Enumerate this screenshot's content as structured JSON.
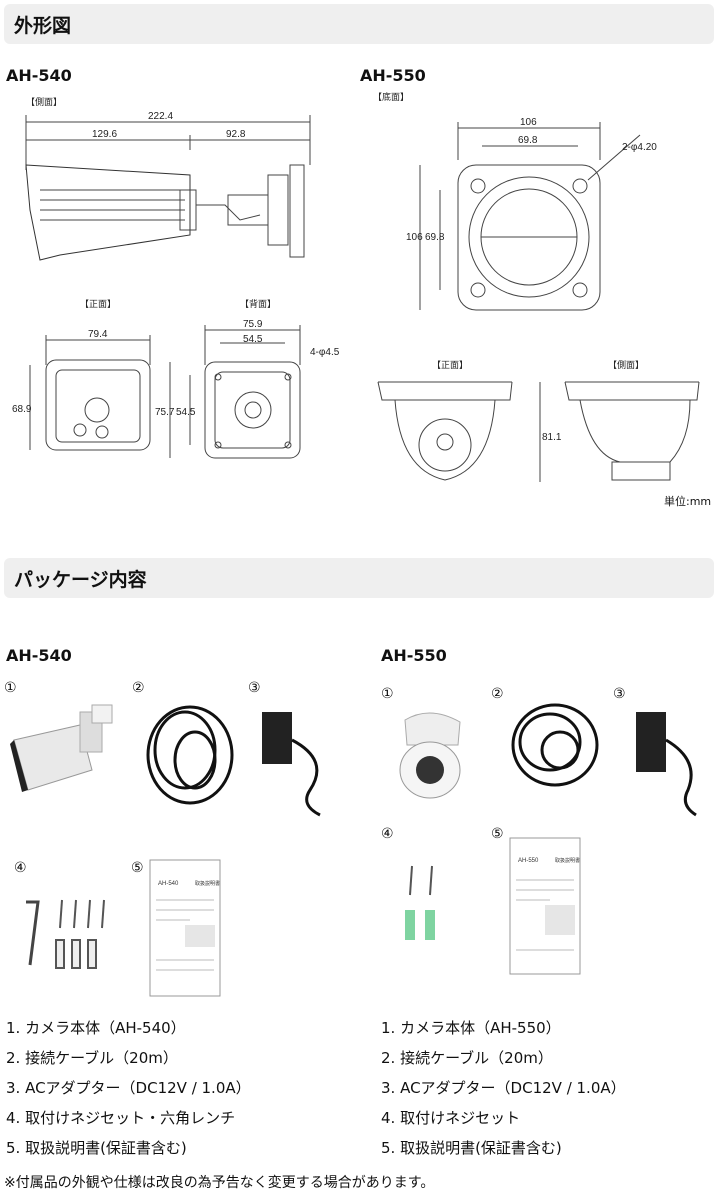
{
  "sections": {
    "outline_title": "外形図",
    "package_title": "パッケージ内容"
  },
  "outline": {
    "ah540": {
      "model": "AH-540",
      "side_label": "【側面】",
      "front_label": "【正面】",
      "back_label": "【背面】",
      "dims": {
        "total": "222.4",
        "body": "129.6",
        "mount": "92.8",
        "front_w": "79.4",
        "front_h": "68.9",
        "back_w": "75.9",
        "back_inner": "54.5",
        "back_h": "75.7",
        "back_inner_h": "54.5",
        "holes": "4-φ4.5"
      }
    },
    "ah550": {
      "model": "AH-550",
      "bottom_label": "【底面】",
      "front_label": "【正面】",
      "side_label": "【側面】",
      "dims": {
        "w": "106",
        "inner_w": "69.8",
        "h": "106",
        "inner_h": "69.8",
        "holes": "2-φ4.20",
        "height": "81.1"
      }
    },
    "unit": "単位:mm"
  },
  "package": {
    "ah540": {
      "model": "AH-540",
      "markers": [
        "①",
        "②",
        "③",
        "④",
        "⑤"
      ],
      "items": [
        "1. カメラ本体（AH-540）",
        "2. 接続ケーブル（20m）",
        "3. ACアダプター（DC12V / 1.0A）",
        "4. 取付けネジセット・六角レンチ",
        "5. 取扱説明書(保証書含む)"
      ],
      "manual_title": "AH-540",
      "manual_label": "取扱説明書"
    },
    "ah550": {
      "model": "AH-550",
      "markers": [
        "①",
        "②",
        "③",
        "④",
        "⑤"
      ],
      "items": [
        "1. カメラ本体（AH-550）",
        "2. 接続ケーブル（20m）",
        "3. ACアダプター（DC12V / 1.0A）",
        "4. 取付けネジセット",
        "5. 取扱説明書(保証書含む)"
      ],
      "manual_title": "AH-550",
      "manual_label": "取扱説明書"
    }
  },
  "note": "※付属品の外観や仕様は改良の為予告なく変更する場合があります。"
}
